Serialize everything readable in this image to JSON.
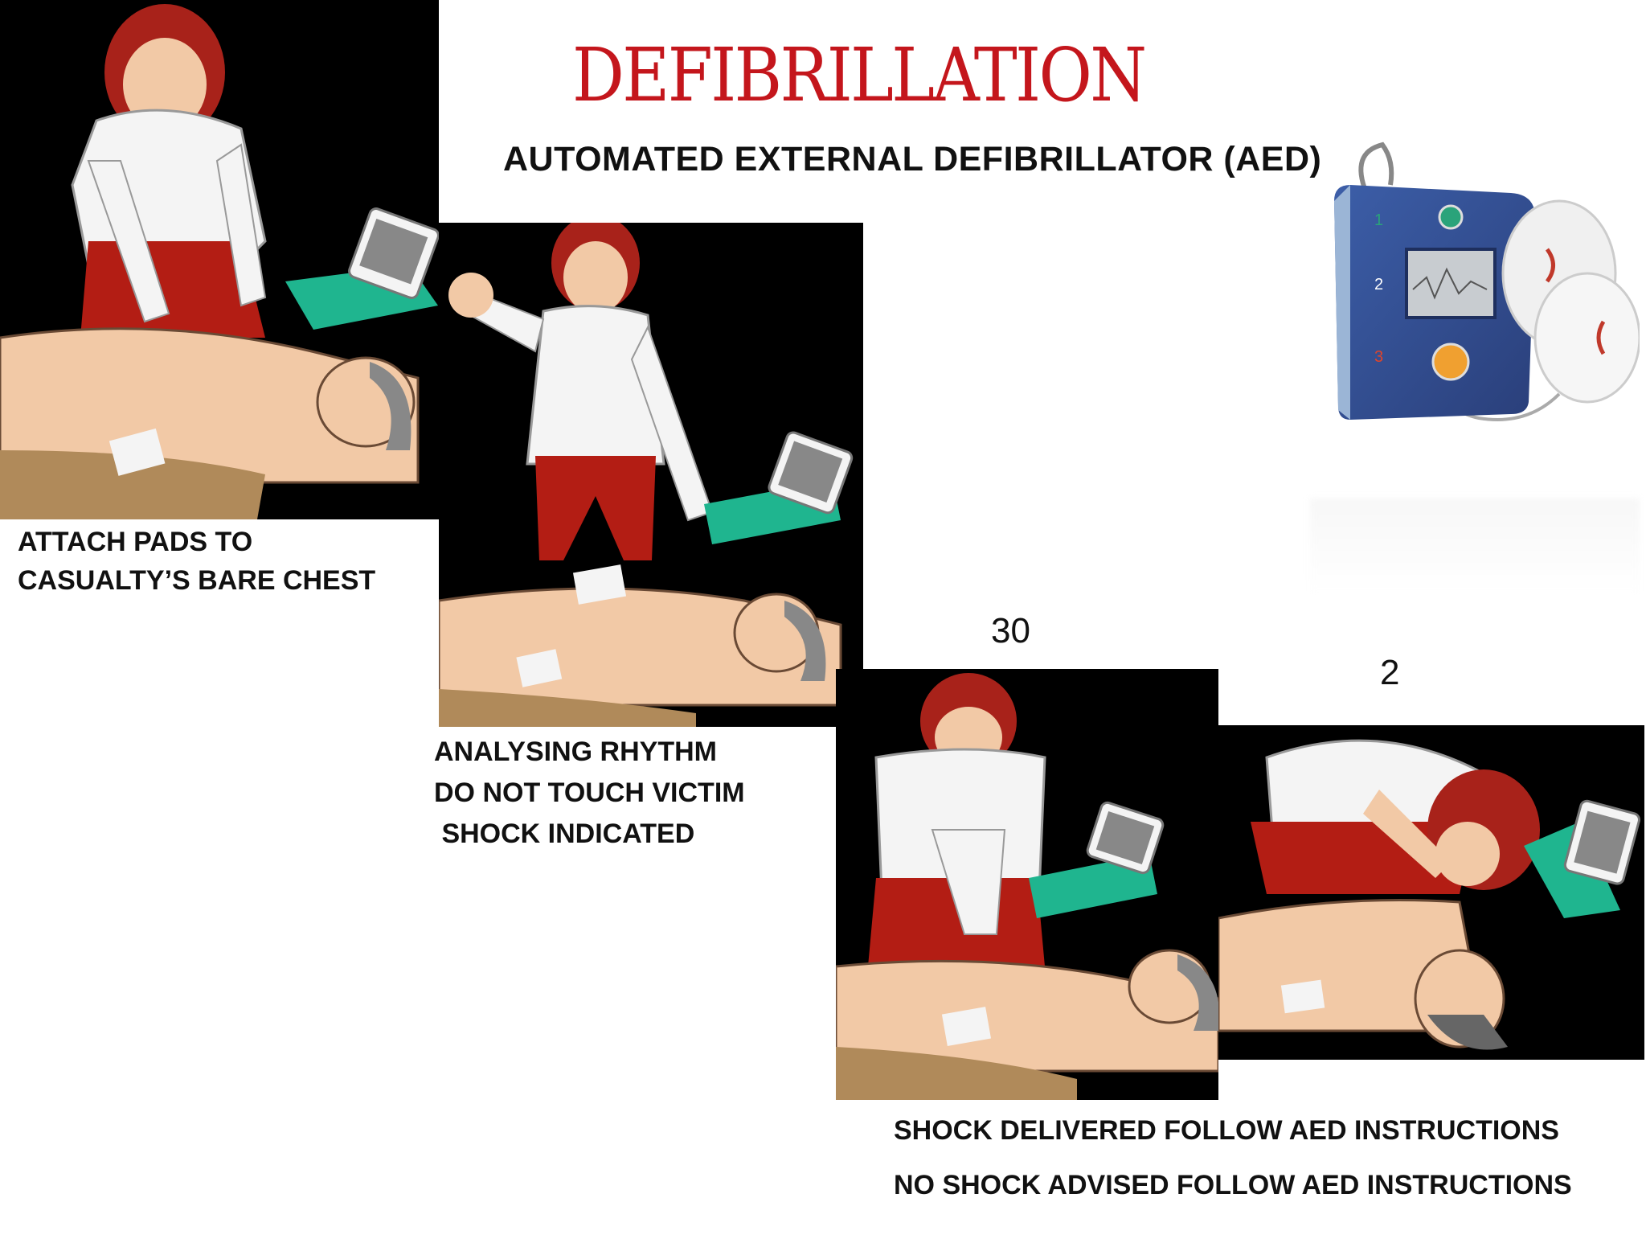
{
  "slide": {
    "title": "DEFIBRILLATION",
    "subtitle": "AUTOMATED EXTERNAL DEFIBRILLATOR (AED)"
  },
  "steps": {
    "step1": {
      "line1": "ATTACH PADS TO",
      "line2": "CASUALTY’S BARE CHEST"
    },
    "step2": {
      "line1": "ANALYSING RHYTHM",
      "line2": "DO NOT TOUCH VICTIM",
      "line3": " SHOCK INDICATED"
    },
    "step3": {
      "count": "30"
    },
    "step4": {
      "count": "2"
    },
    "bottom": {
      "line1": "SHOCK DELIVERED FOLLOW AED INSTRUCTIONS",
      "line2": "NO SHOCK ADVISED FOLLOW AED INSTRUCTIONS"
    }
  },
  "device": {
    "labels": [
      "1",
      "2",
      "3"
    ]
  },
  "colors": {
    "title": "#c4161c",
    "panel_bg": "#000000",
    "aed_green": "#1fb58f",
    "hair": "#a8221a",
    "skin": "#f2c9a6",
    "pants": "#b31d14"
  }
}
